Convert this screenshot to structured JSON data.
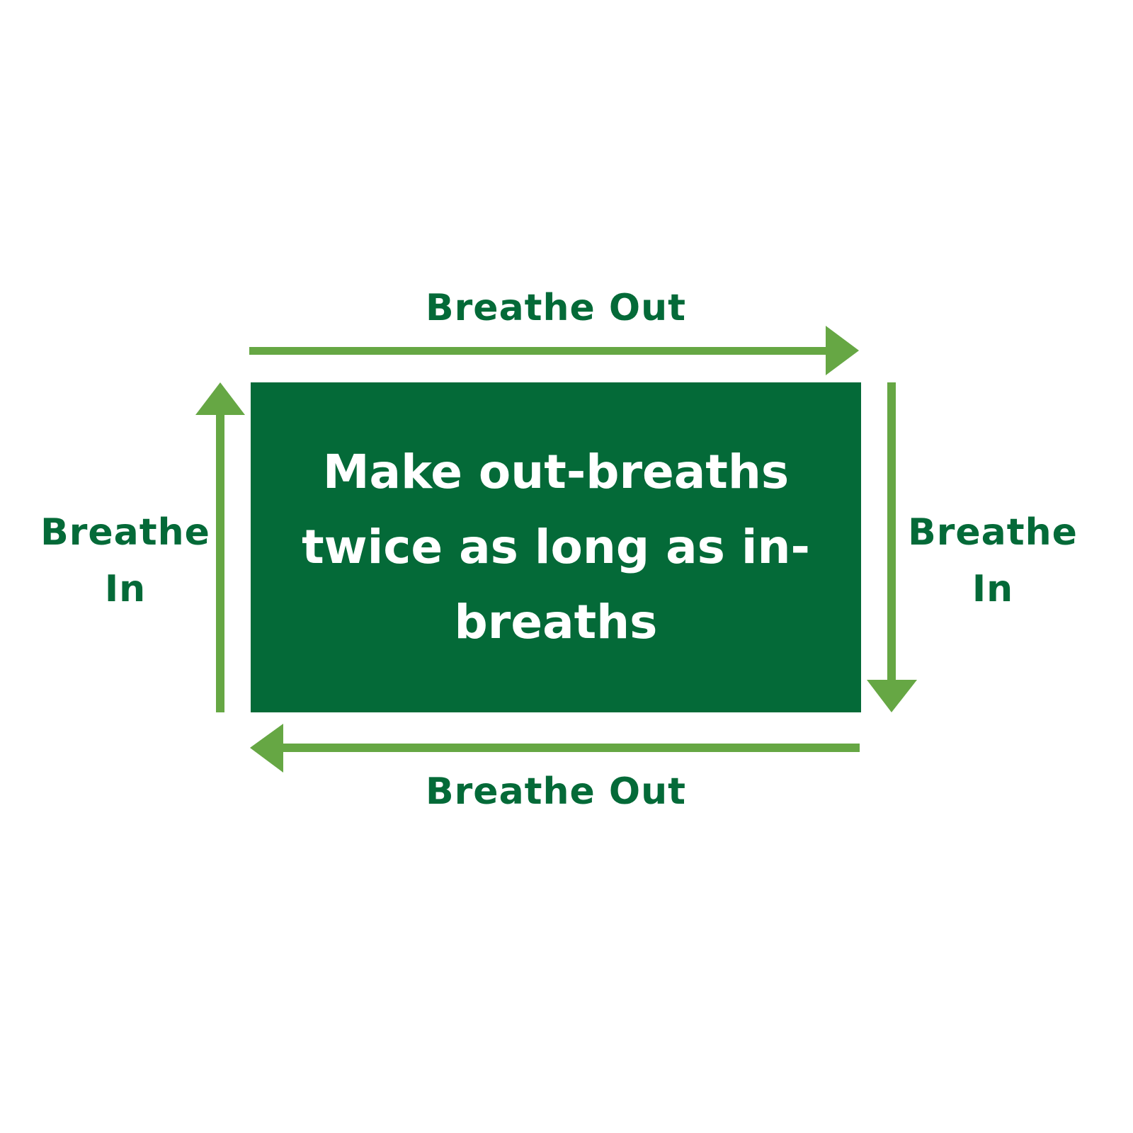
{
  "colors": {
    "box": "#046A38",
    "arrow": "#66A744",
    "label": "#046A38",
    "box_text": "#FFFFFF"
  },
  "center_text": "Make out-breaths twice as long as in-breaths",
  "labels": {
    "top": "Breathe Out",
    "bottom": "Breathe Out",
    "left": [
      "Breathe",
      "In"
    ],
    "right": [
      "Breathe",
      "In"
    ]
  }
}
